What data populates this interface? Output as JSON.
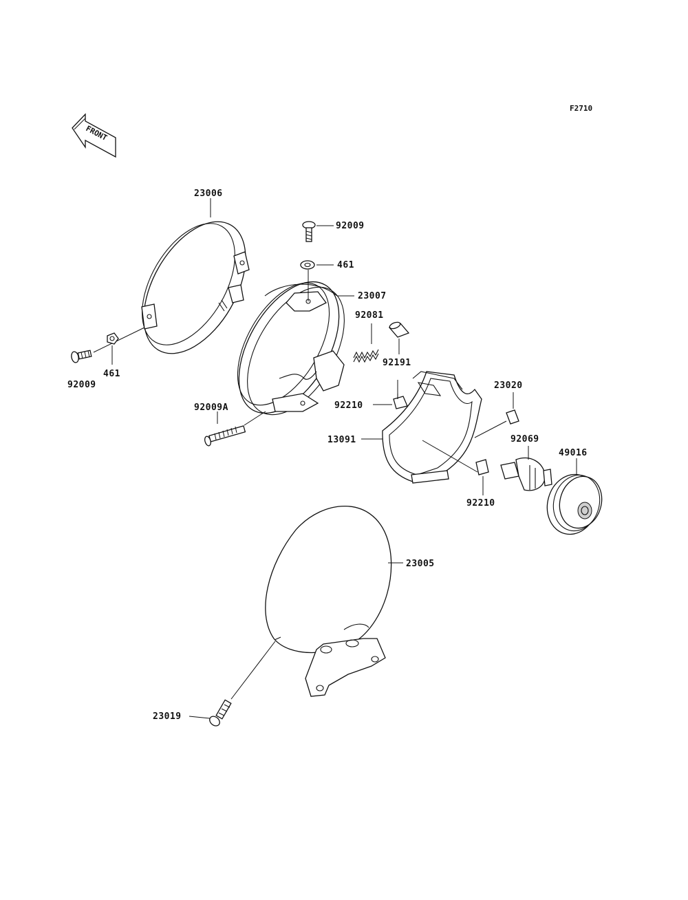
{
  "figure_code": "F2710",
  "front_indicator": "FRONT",
  "part_labels": {
    "rim": "23006",
    "rim_screw": "92009",
    "rim_nut": "461",
    "housing_screw": "92009",
    "housing_nut": "461",
    "housing": "23007",
    "spring": "92081",
    "collar": "92191",
    "adjust_screw": "92009A",
    "clip_upper": "92210",
    "bracket": "13091",
    "socket": "23020",
    "bulb": "92069",
    "cap": "49016",
    "clip_lower": "92210",
    "shell": "23005",
    "mount_bolt": "23019"
  }
}
